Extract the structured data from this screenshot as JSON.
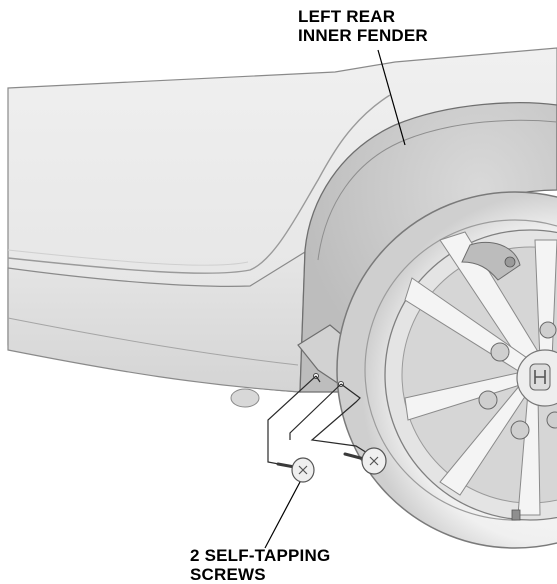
{
  "callouts": {
    "fender": {
      "line1": "LEFT REAR",
      "line2": "INNER FENDER"
    },
    "screws": {
      "line1": "2 SELF-TAPPING",
      "line2": "SCREWS"
    }
  },
  "colors": {
    "body_panel": "#e9e9e9",
    "tire": "#f2f2f2",
    "wheel": "#dcdcdc",
    "outline": "#7a7a7a",
    "leader": "#000000"
  }
}
